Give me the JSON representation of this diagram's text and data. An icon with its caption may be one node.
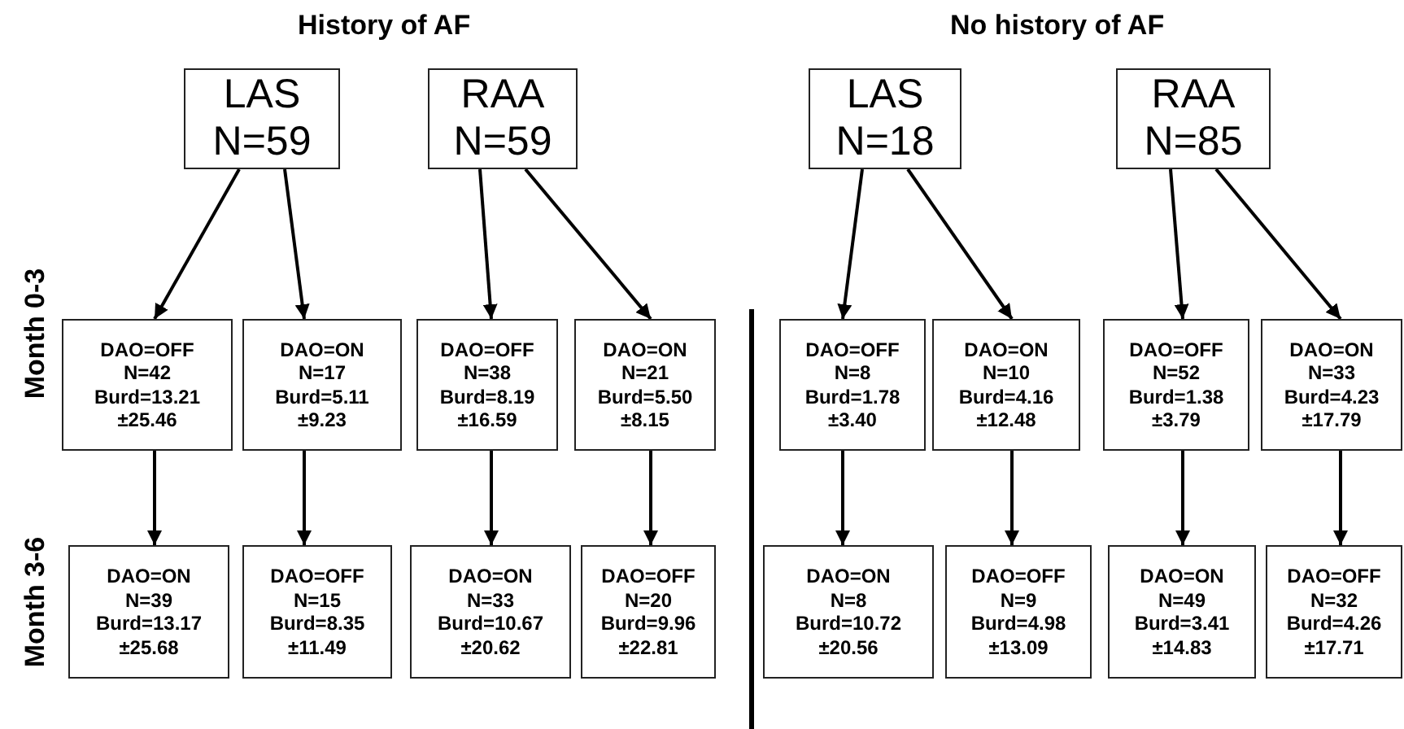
{
  "diagram": {
    "nodes": [
      {
        "text": [
          "LAS",
          "N=59"
        ]
      },
      {
        "text": [
          "RAA",
          "N=59"
        ]
      },
      {
        "text": [
          "LAS",
          "N=18"
        ]
      },
      {
        "text": [
          "RAA",
          "N=85"
        ]
      },
      {
        "text": [
          "DAO=OFF",
          "N=42",
          "Burd=13.21",
          "±25.46"
        ]
      },
      {
        "text": [
          "DAO=ON",
          "N=17",
          "Burd=5.11",
          "±9.23"
        ]
      },
      {
        "text": [
          "DAO=OFF",
          "N=38",
          "Burd=8.19",
          "±16.59"
        ]
      },
      {
        "text": [
          "DAO=ON",
          "N=21",
          "Burd=5.50",
          "±8.15"
        ]
      },
      {
        "text": [
          "DAO=OFF",
          "N=8",
          "Burd=1.78",
          "±3.40"
        ]
      },
      {
        "text": [
          "DAO=ON",
          "N=10",
          "Burd=4.16",
          "±12.48"
        ]
      },
      {
        "text": [
          "DAO=OFF",
          "N=52",
          "Burd=1.38",
          "±3.79"
        ]
      },
      {
        "text": [
          "DAO=ON",
          "N=33",
          "Burd=4.23",
          "±17.79"
        ]
      },
      {
        "text": [
          "DAO=ON",
          "N=39",
          "Burd=13.17",
          "±25.68"
        ]
      },
      {
        "text": [
          "DAO=OFF",
          "N=15",
          "Burd=8.35",
          "±11.49"
        ]
      },
      {
        "text": [
          "DAO=ON",
          "N=33",
          "Burd=10.67",
          "±20.62"
        ]
      },
      {
        "text": [
          "DAO=OFF",
          "N=20",
          "Burd=9.96",
          "±22.81"
        ]
      },
      {
        "text": [
          "DAO=ON",
          "N=8",
          "Burd=10.72",
          "±20.56"
        ]
      },
      {
        "text": [
          "DAO=OFF",
          "N=9",
          "Burd=4.98",
          "±13.09"
        ]
      },
      {
        "text": [
          "DAO=ON",
          "N=49",
          "Burd=3.41",
          "±14.83"
        ]
      },
      {
        "text": [
          "DAO=OFF",
          "N=32",
          "Burd=4.26",
          "±17.71"
        ]
      }
    ],
    "edges": [
      {
        "from": 0,
        "to": 4,
        "arrow": "to"
      },
      {
        "from": 0,
        "to": 5,
        "arrow": "to"
      },
      {
        "from": 1,
        "to": 6,
        "arrow": "to"
      },
      {
        "from": 1,
        "to": 7,
        "arrow": "to"
      },
      {
        "from": 2,
        "to": 8,
        "arrow": "to"
      },
      {
        "from": 2,
        "to": 9,
        "arrow": "to"
      },
      {
        "from": 3,
        "to": 10,
        "arrow": "to"
      },
      {
        "from": 3,
        "to": 11,
        "arrow": "to"
      },
      {
        "from": 4,
        "to": 12,
        "arrow": "to"
      },
      {
        "from": 5,
        "to": 13,
        "arrow": "to"
      },
      {
        "from": 6,
        "to": 14,
        "arrow": "to"
      },
      {
        "from": 7,
        "to": 15,
        "arrow": "to"
      },
      {
        "from": 8,
        "to": 16,
        "arrow": "to"
      },
      {
        "from": 9,
        "to": 17,
        "arrow": "to"
      },
      {
        "from": 10,
        "to": 18,
        "arrow": "to"
      },
      {
        "from": 11,
        "to": 19,
        "arrow": "to"
      }
    ],
    "labels": [
      "History of AF",
      "No history of AF",
      "Month 0-3",
      "Month 3-6"
    ]
  }
}
